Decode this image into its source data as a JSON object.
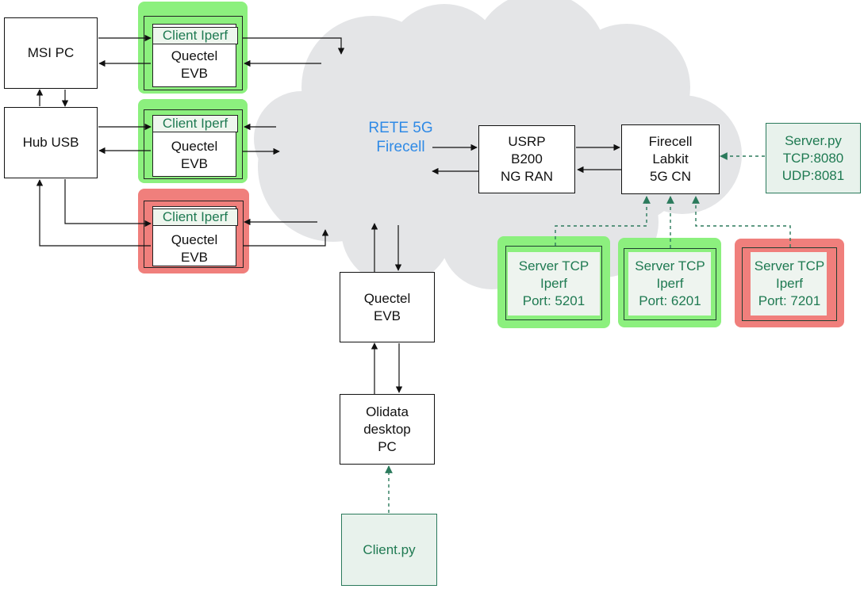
{
  "diagram": {
    "cloud": {
      "lines": [
        "RETE 5G",
        "Firecell"
      ],
      "color": "#2f8ae6",
      "fill": "#e4e5e7"
    },
    "msi_pc": {
      "lines": [
        "MSI PC"
      ]
    },
    "hub_usb": {
      "lines": [
        "Hub USB"
      ]
    },
    "evb_modules": [
      {
        "client_label": "Client Iperf",
        "lines": [
          "Quectel",
          "EVB"
        ],
        "status_color": "#8cf07e"
      },
      {
        "client_label": "Client Iperf",
        "lines": [
          "Quectel",
          "EVB"
        ],
        "status_color": "#8cf07e"
      },
      {
        "client_label": "Client Iperf",
        "lines": [
          "Quectel",
          "EVB"
        ],
        "status_color": "#f07f7c"
      }
    ],
    "usrp": {
      "lines": [
        "USRP",
        "B200",
        "NG RAN"
      ]
    },
    "core": {
      "lines": [
        "Firecell",
        "Labkit",
        "5G CN"
      ]
    },
    "server_py": {
      "lines": [
        "Server.py",
        "TCP:8080",
        "UDP:8081"
      ]
    },
    "iperf_servers": [
      {
        "lines": [
          "Server TCP",
          "Iperf",
          "Port: 5201"
        ],
        "status_color": "#8cf07e"
      },
      {
        "lines": [
          "Server TCP",
          "Iperf",
          "Port: 6201"
        ],
        "status_color": "#8cf07e"
      },
      {
        "lines": [
          "Server TCP",
          "Iperf",
          "Port: 7201"
        ],
        "status_color": "#f07f7c"
      }
    ],
    "quectel_evb": {
      "lines": [
        "Quectel",
        "EVB"
      ]
    },
    "olidata_pc": {
      "lines": [
        "Olidata",
        "desktop",
        "PC"
      ]
    },
    "client_py": {
      "lines": [
        "Client.py"
      ]
    },
    "colors": {
      "solid_line": "#111111",
      "dashed_line": "#2b7a5c",
      "accent_text": "#1f7a52"
    }
  }
}
